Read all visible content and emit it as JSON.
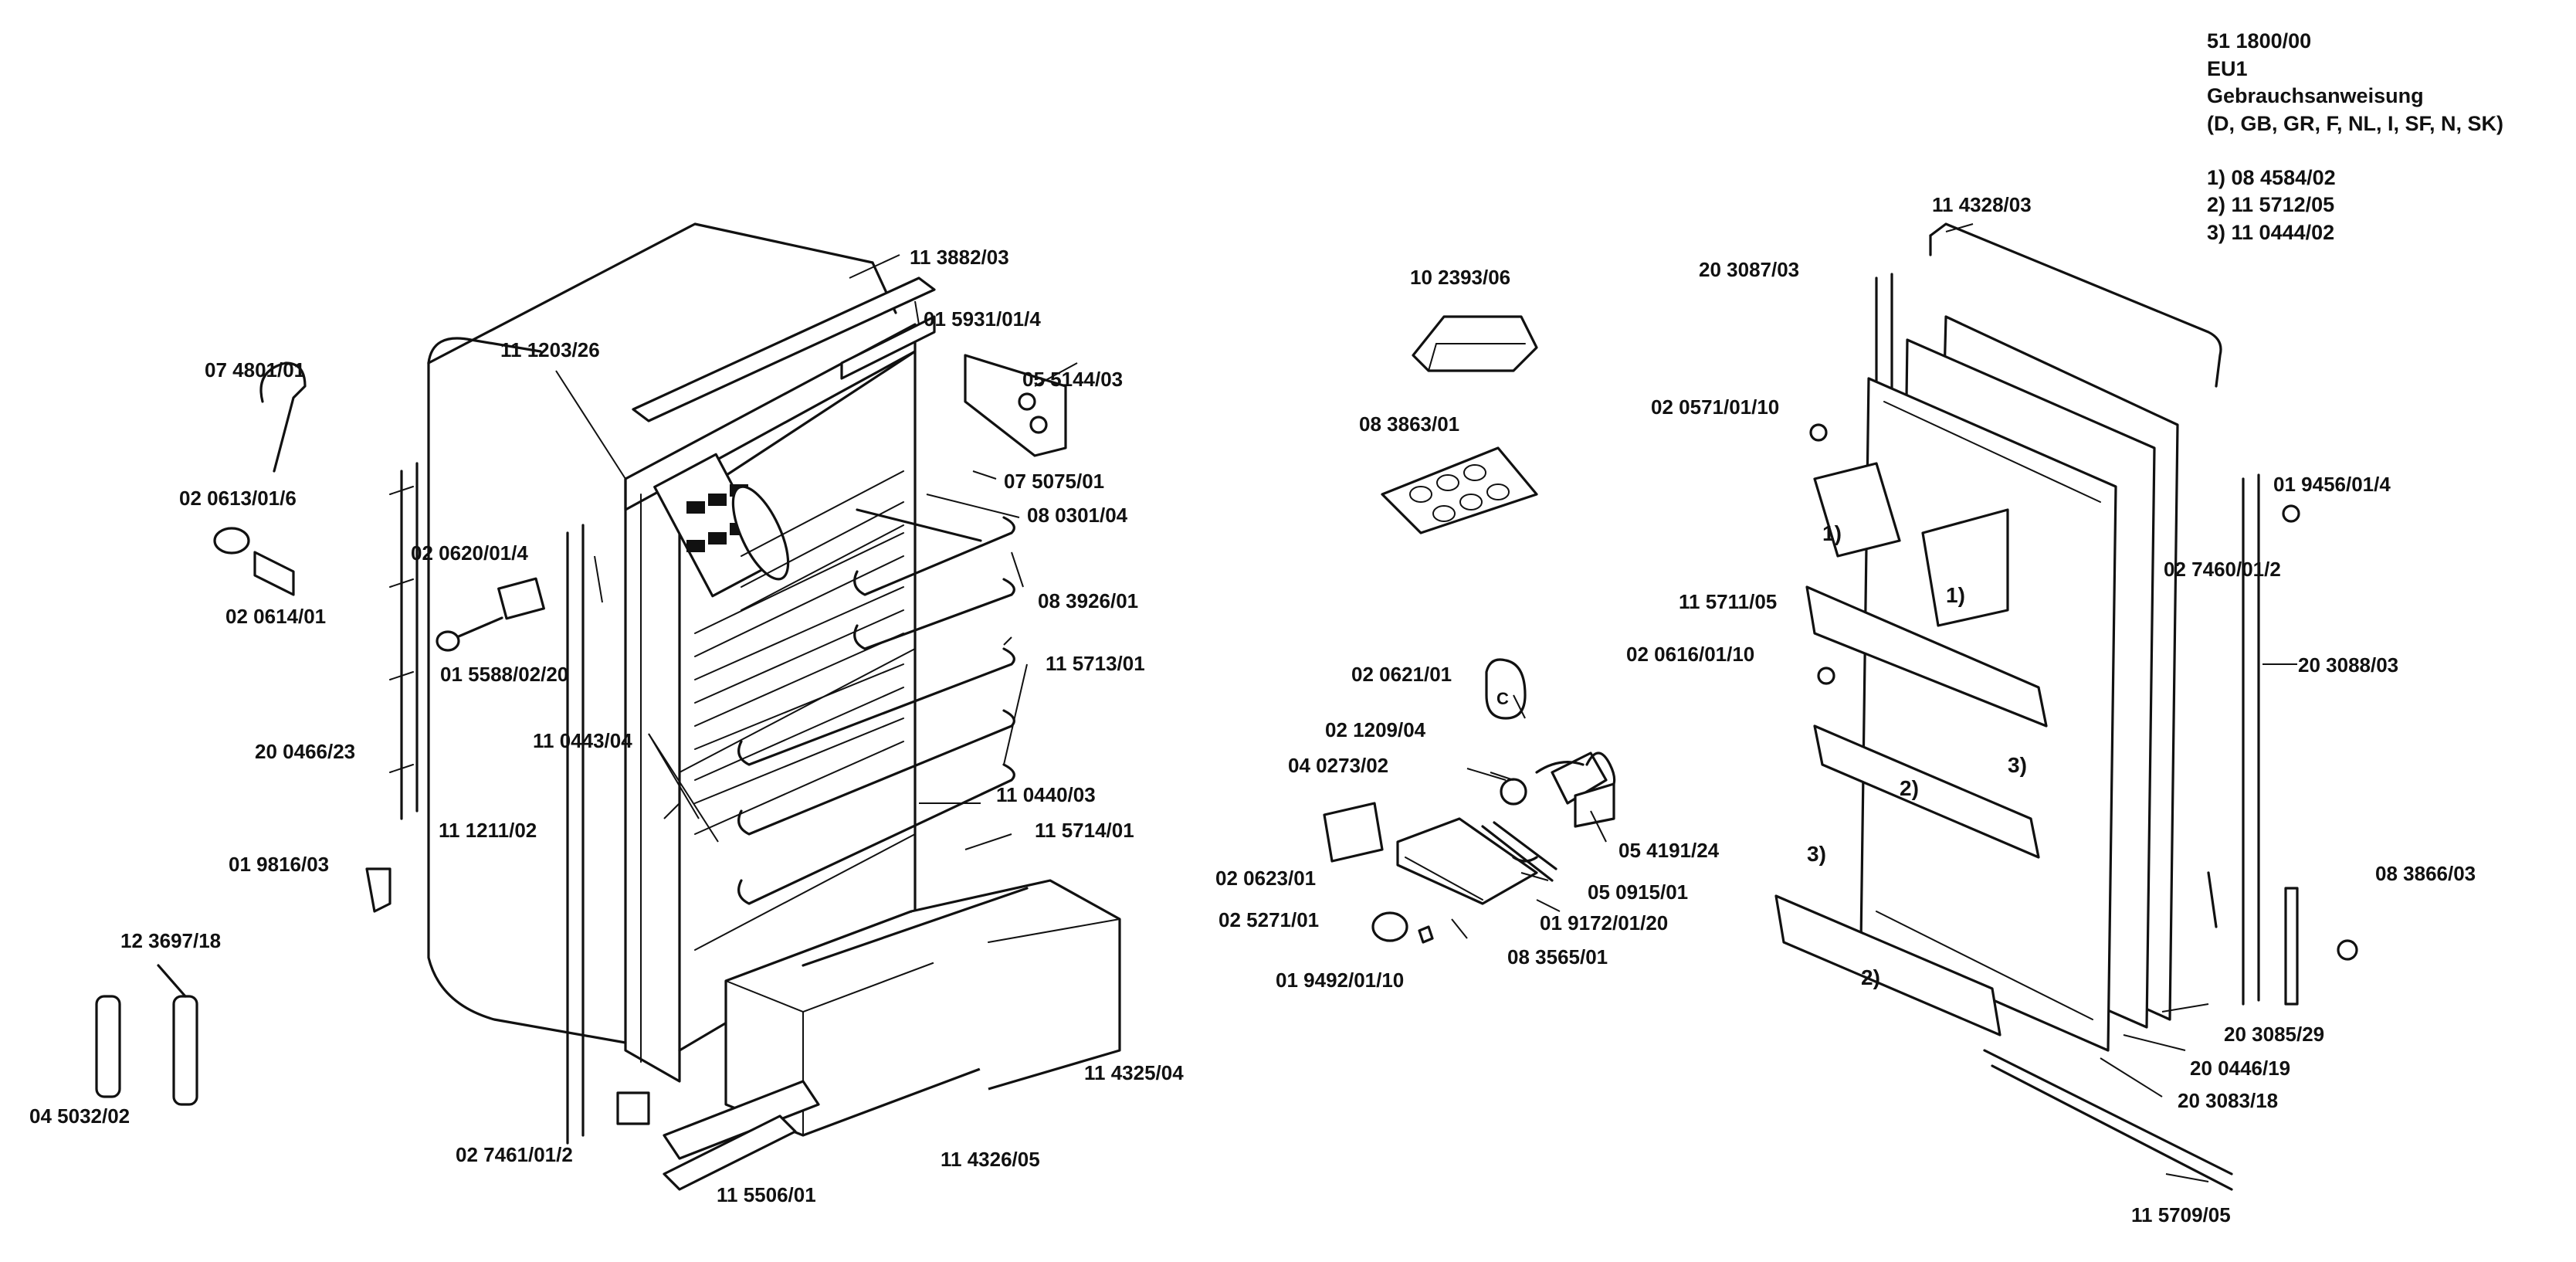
{
  "header": {
    "model": "51 1800/00",
    "variant": "EU1",
    "doc_title": "Gebrauchsanweisung",
    "languages": "(D, GB, GR, F, NL, I, SF, N, SK)",
    "notes": [
      "1) 08 4584/02",
      "2) 11 5712/05",
      "3) 11 0444/02"
    ]
  },
  "callouts": {
    "one": "1)",
    "two": "2)",
    "three": "3)"
  },
  "parts": {
    "p113882": "11 3882/03",
    "p0159314": "01 5931/01/4",
    "p111203": "11 1203/26",
    "p074801": "07 4801/01",
    "p055144": "05 5144/03",
    "p0206136": "02 0613/01/6",
    "p075075": "07 5075/01",
    "p080301": "08 0301/04",
    "p0206204": "02 0620/01/4",
    "p020614": "02 0614/01",
    "p083926": "08 3926/01",
    "p0155882": "01 5588/02/20",
    "p115713": "11 5713/01",
    "p110443": "11 0443/04",
    "p200466": "20 0466/23",
    "p110440": "11 0440/03",
    "p111211": "11 1211/02",
    "p115714": "11 5714/01",
    "p019816": "01 9816/03",
    "p123697": "12 3697/18",
    "p045032": "04 5032/02",
    "p114325": "11 4325/04",
    "p0274612": "02 7461/01/2",
    "p114326": "11 4326/05",
    "p115506": "11 5506/01",
    "p102393": "10 2393/06",
    "p083863": "08 3863/01",
    "p020621": "02 0621/01",
    "p021209": "02 1209/04",
    "p040273": "04 0273/02",
    "p054191": "05 4191/24",
    "p020623": "02 0623/01",
    "p050915": "05 0915/01",
    "p025271": "02 5271/01",
    "p01917220": "01 9172/01/20",
    "p083565": "08 3565/01",
    "p01949210": "01 9492/01/10",
    "p114328": "11 4328/03",
    "p203087": "20 3087/03",
    "p02057110": "02 0571/01/10",
    "p0194564": "01 9456/01/4",
    "p0274602": "02 7460/01/2",
    "p115711": "11 5711/05",
    "p02061610": "02 0616/01/10",
    "p203088": "20 3088/03",
    "p083866": "08 3866/03",
    "p203085": "20 3085/29",
    "p200446": "20 0446/19",
    "p203083": "20 3083/18",
    "p115709": "11 5709/05"
  }
}
